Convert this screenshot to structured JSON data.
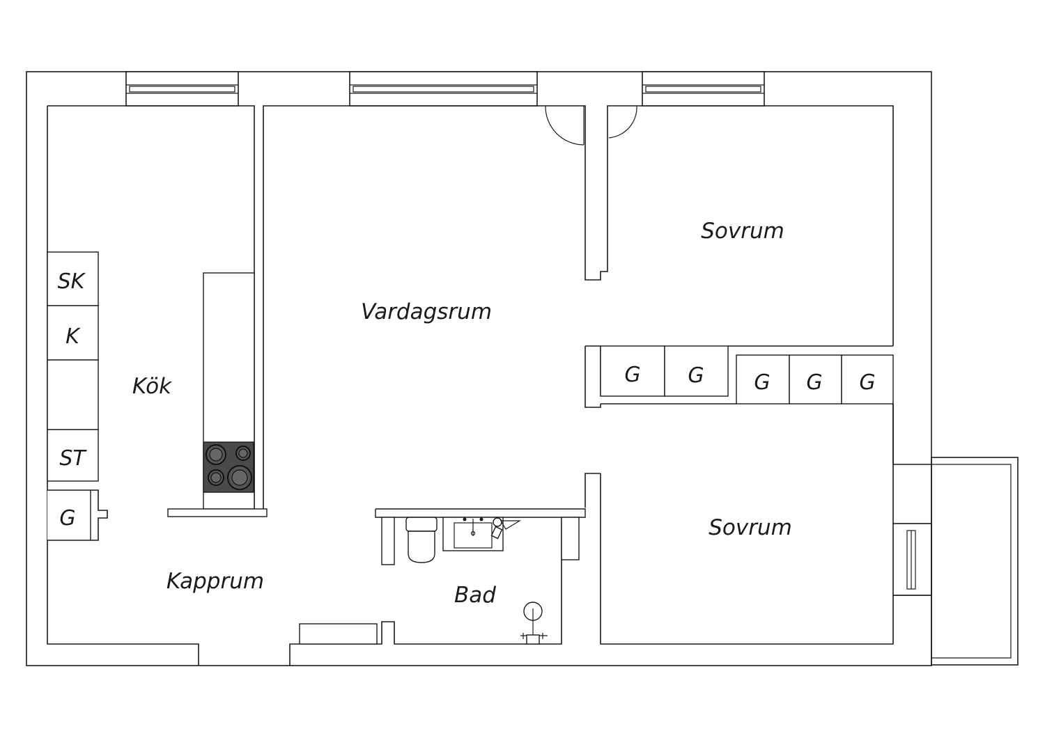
{
  "rooms": {
    "kok": "Kök",
    "vardagsrum": "Vardagsrum",
    "sovrum_upper": "Sovrum",
    "sovrum_lower": "Sovrum",
    "kapprum": "Kapprum",
    "bad": "Bad"
  },
  "appliances": {
    "sk": "SK",
    "k": "K",
    "st": "ST",
    "g_hall": "G",
    "g_wardrobes": [
      "G",
      "G",
      "G",
      "G",
      "G"
    ]
  },
  "colors": {
    "line": "#1a1a1a",
    "stove": "#4a4a4a",
    "background": "#ffffff"
  }
}
